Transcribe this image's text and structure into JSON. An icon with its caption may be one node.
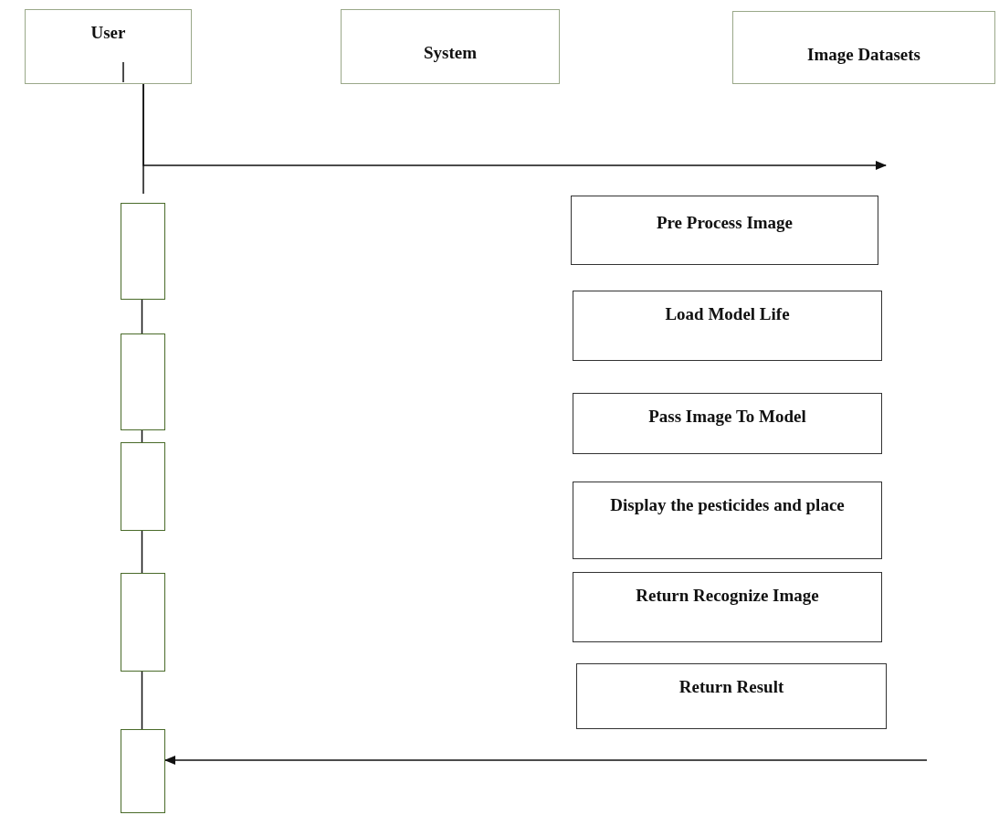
{
  "diagram": {
    "nodes": [
      {
        "text": [
          "User"
        ]
      },
      {
        "text": [
          "System"
        ]
      },
      {
        "text": [
          "Image Datasets"
        ]
      },
      {
        "text": [
          "Pre Process Image"
        ]
      },
      {
        "text": [
          "Load Model Life"
        ]
      },
      {
        "text": [
          "Pass Image To Model"
        ]
      },
      {
        "text": [
          "Display the pesticides and place"
        ]
      },
      {
        "text": [
          "Return Recognize Image"
        ]
      },
      {
        "text": [
          "Return Result"
        ]
      },
      {
        "text": [],
        "shape": "box"
      },
      {
        "text": [],
        "shape": "box"
      },
      {
        "text": [],
        "shape": "box"
      },
      {
        "text": [],
        "shape": "box"
      },
      {
        "text": [],
        "shape": "box"
      }
    ],
    "edges": [
      {
        "from": 0,
        "to": 9,
        "arrow": "none"
      },
      {
        "from": 9,
        "to": 10,
        "arrow": "none"
      },
      {
        "from": 10,
        "to": 11,
        "arrow": "none"
      },
      {
        "from": 11,
        "to": 12,
        "arrow": "none"
      },
      {
        "from": 12,
        "to": 13,
        "arrow": "none"
      },
      {
        "from": 0,
        "to": null,
        "arrow": "to"
      },
      {
        "from": null,
        "to": 13,
        "arrow": "to"
      }
    ]
  }
}
